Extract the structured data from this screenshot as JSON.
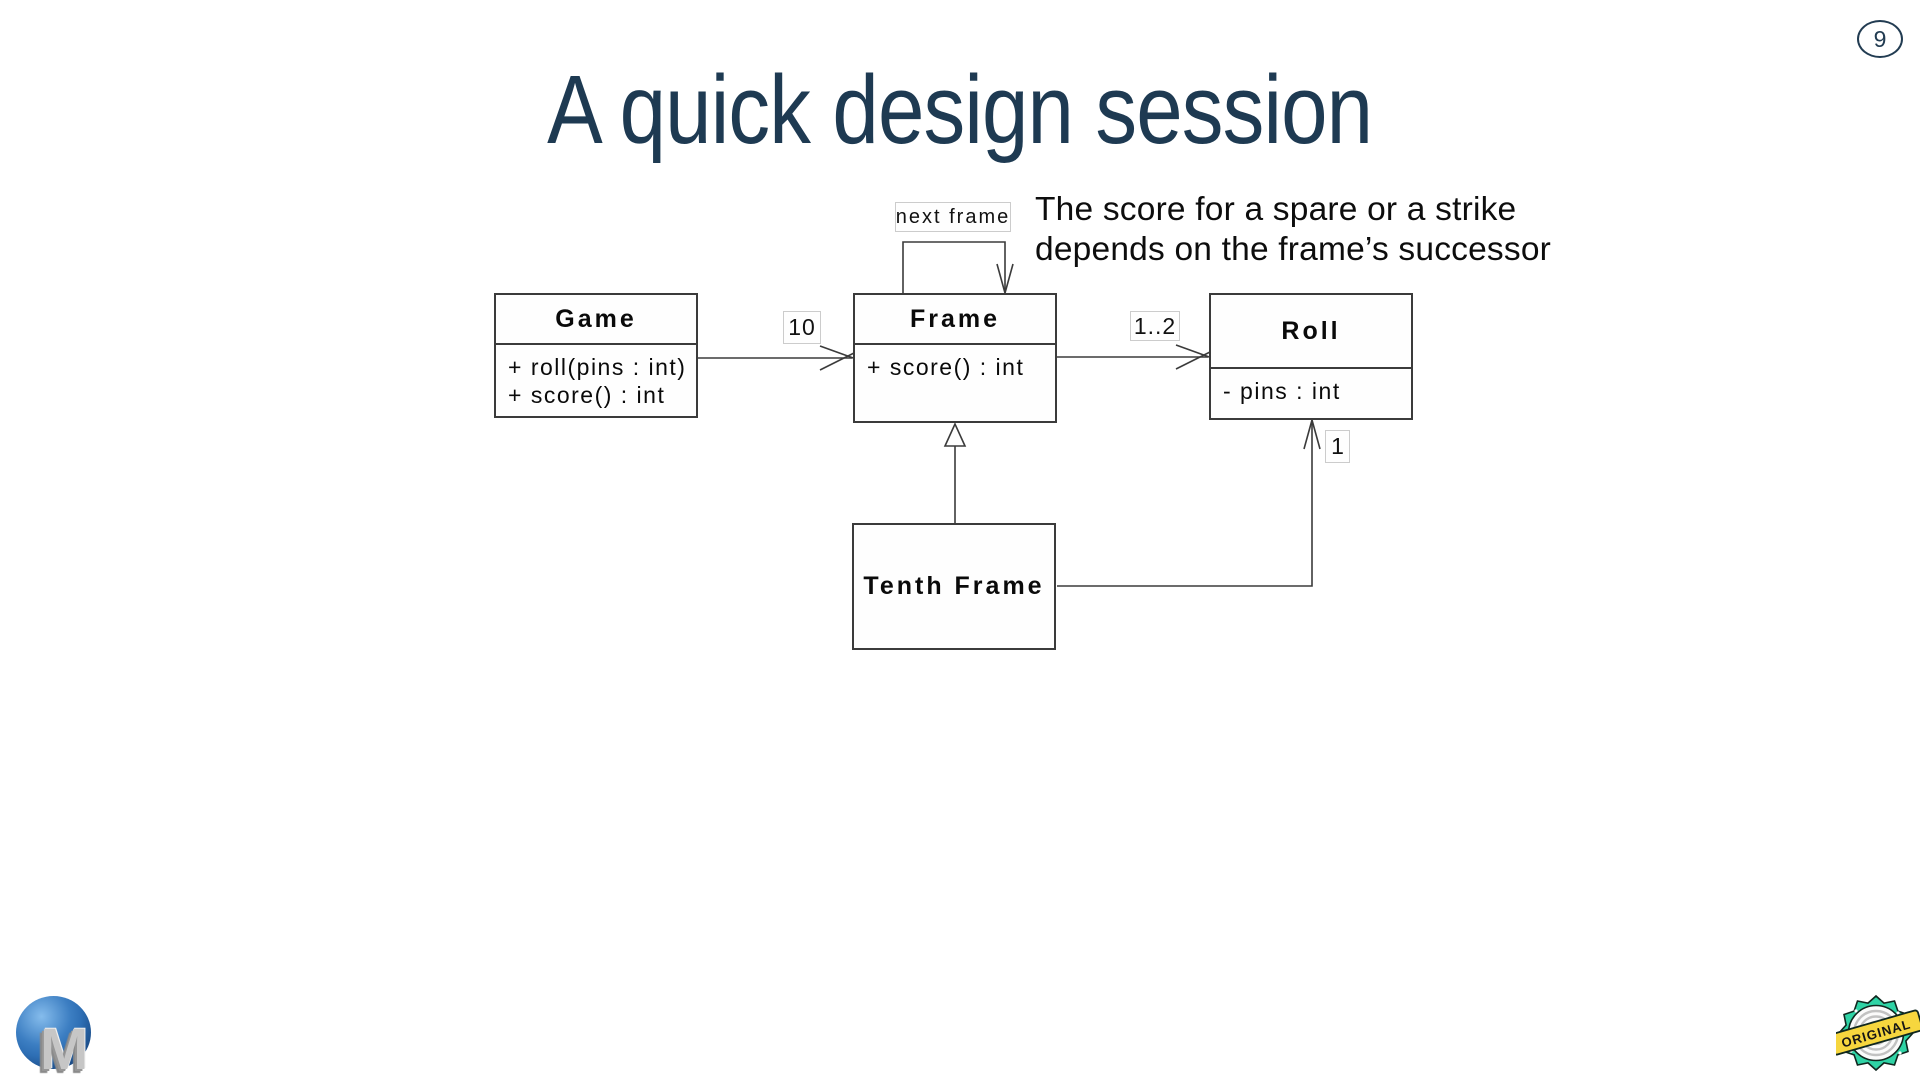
{
  "slide": {
    "page_number": "9",
    "title": "A quick design session",
    "note_line1": "The score for a spare or a strike",
    "note_line2": "depends on the frame’s successor"
  },
  "diagram": {
    "game": {
      "name": "Game",
      "member1": "+ roll(pins : int)",
      "member2": "+ score() : int"
    },
    "frame": {
      "name": "Frame",
      "member1": "+ score() : int"
    },
    "roll": {
      "name": "Roll",
      "member1": "- pins : int"
    },
    "tenth_frame": {
      "name": "Tenth Frame"
    },
    "labels": {
      "self_association": "next frame",
      "game_to_frame_multiplicity": "10",
      "frame_to_roll_multiplicity": "1..2",
      "tenth_to_roll_multiplicity": "1"
    }
  },
  "footer": {
    "logo_letter": "M",
    "seal_label": "ORIGINAL"
  },
  "colors": {
    "title_navy": "#1e3a52",
    "diagram_line": "#3b3b3b",
    "seal_green": "#2fd3a5",
    "banner_yellow": "#f6d63e",
    "sphere_blue": "#2e6fb5"
  }
}
